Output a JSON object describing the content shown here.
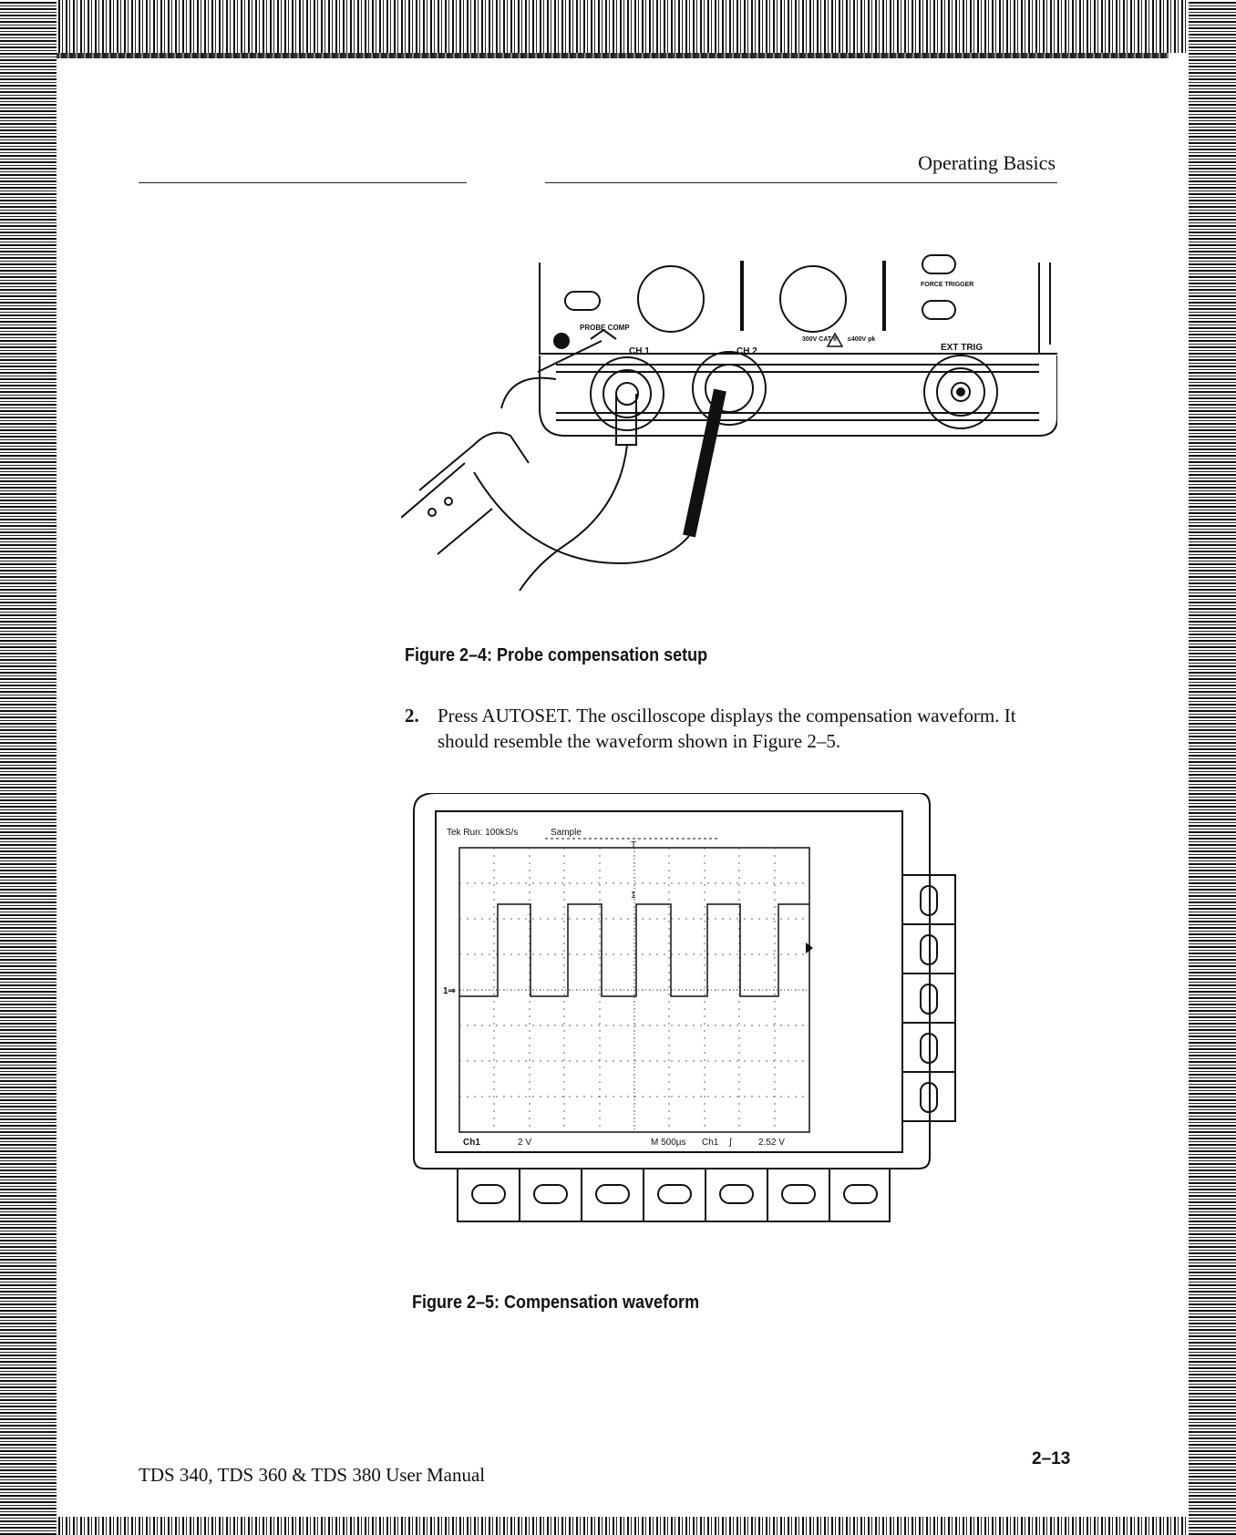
{
  "header": {
    "section_title": "Operating Basics"
  },
  "figure_1": {
    "caption": "Figure 2–4: Probe compensation setup",
    "labels": {
      "probe_comp": "PROBE COMP",
      "ch1": "CH 1",
      "ch2": "CH 2",
      "ext_trig": "EXT TRIG",
      "force_trigger": "FORCE TRIGGER",
      "cat": "300V CAT II",
      "peak": "≤400V pk"
    }
  },
  "step": {
    "number": "2.",
    "text": "Press AUTOSET. The oscilloscope displays the compensation waveform. It should resemble the waveform shown in Figure 2–5."
  },
  "figure_2": {
    "caption": "Figure 2–5: Compensation waveform",
    "screen": {
      "status": "Tek Run: 100kS/s",
      "mode": "Sample",
      "trigger_marker": "T",
      "ch_marker": "1",
      "ground_marker": "1⇒",
      "bottom_ch": "Ch1",
      "volts_div": "2 V",
      "timebase": "M 500µs",
      "trigger_source": "Ch1",
      "trigger_slope": "∫",
      "trigger_level": "2.52 V"
    }
  },
  "footer": {
    "manual_title": "TDS 340, TDS 360 & TDS 380 User Manual",
    "page_number": "2–13"
  }
}
